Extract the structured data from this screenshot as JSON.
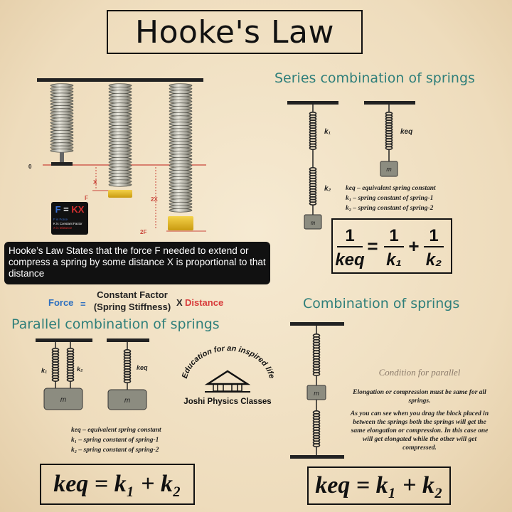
{
  "title": "Hooke's Law",
  "colors": {
    "accent_teal": "#2f7f7a",
    "force_blue": "#2d6fbf",
    "distance_red": "#d83a3a",
    "weight_gold": "#e8b81a"
  },
  "hooke_diagram": {
    "zero_label": "0",
    "x_label": "X",
    "two_x_label": "2X",
    "f_label": "F",
    "two_f_label": "2F",
    "legend_box": {
      "formula_f": "F",
      "formula_eq": " = ",
      "formula_kx": "KX",
      "lines": [
        "F is Force",
        "K is Constant Factor",
        "X is Distance"
      ]
    }
  },
  "definition": "Hooke’s Law States that the force F needed to extend or compress a spring by some distance X is proportional to that distance",
  "formula": {
    "force": "Force",
    "equals": "=",
    "factor_line1": "Constant Factor",
    "factor_line2": "(Spring Stiffness)",
    "times": "X",
    "distance": "Distance"
  },
  "series": {
    "title": "Series combination of springs",
    "k1": "k₁",
    "k2": "k₂",
    "keq": "keq",
    "mass": "m",
    "legend": [
      "keq – equivalent spring constant",
      "k₁ – spring constant of spring-1",
      "k₂ – spring constant of spring-2"
    ],
    "equation": {
      "lhs_num": "1",
      "lhs_den": "keq",
      "eq": "=",
      "t1_num": "1",
      "t1_den": "k₁",
      "plus": "+",
      "t2_num": "1",
      "t2_den": "k₂"
    }
  },
  "parallel": {
    "title": "Parallel combination of springs",
    "k1": "k₁",
    "k2": "k₂",
    "keq": "keq",
    "mass": "m",
    "legend": [
      "keq – equivalent spring constant",
      "k₁ – spring constant of spring-1",
      "k₂ – spring constant of spring-2"
    ],
    "equation": "keq = k₁ + k₂"
  },
  "combination": {
    "title": "Combination of springs",
    "mass": "m",
    "condition_title": "Condition for parallel",
    "condition_text": [
      "Elongation or compression must be same for all springs.",
      "As you can see when you drag the block placed in between the springs both the springs will get the same elongation or compression. In this case one will get elongated while the other will get compressed."
    ],
    "equation": "keq = k₁ + k₂"
  },
  "logo": {
    "arc_text": "Education for an inspired life",
    "name": "Joshi Physics Classes"
  }
}
